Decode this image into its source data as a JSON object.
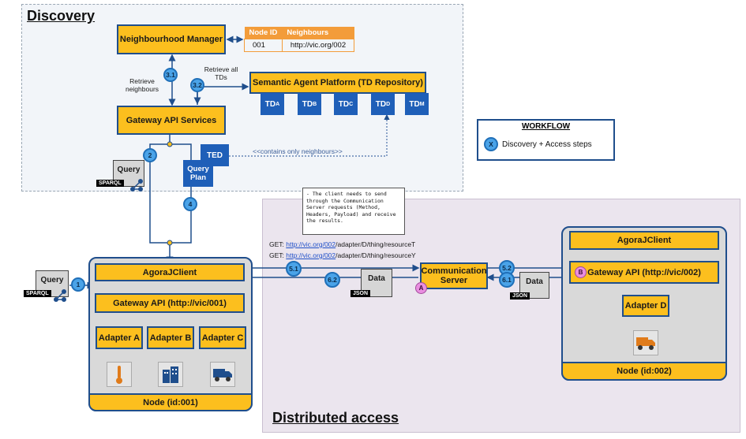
{
  "regions": {
    "discovery_title": "Discovery",
    "distributed_title": "Distributed access"
  },
  "discovery": {
    "neighbourhood_manager": "Neighbourhood Manager",
    "gateway_api_services": "Gateway API Services",
    "semantic_agent_platform": "Semantic Agent Platform (TD Repository)",
    "retrieve_neighbours": "Retrieve\nneighbours",
    "retrieve_all_tds": "Retrieve all\nTDs",
    "contains_only_neighbours": "<<contains only neighbours>>",
    "neighbour_table": {
      "headers": [
        "Node ID",
        "Neighbours"
      ],
      "rows": [
        [
          "001",
          "http://vic.org/002"
        ]
      ]
    },
    "td_docs": [
      {
        "base": "TD",
        "sub": "A"
      },
      {
        "base": "TD",
        "sub": "B"
      },
      {
        "base": "TD",
        "sub": "C"
      },
      {
        "base": "TD",
        "sub": "D"
      },
      {
        "base": "TD",
        "sub": "M"
      }
    ],
    "ted_label": "TED",
    "query_plan_label": "Query\nPlan",
    "query_label": "Query",
    "sparql_tag": "SPARQL"
  },
  "steps": {
    "s1": "1",
    "s2": "2",
    "s3_1": "3.1",
    "s3_2": "3.2",
    "s4": "4",
    "s5_1": "5.1",
    "s5_2": "5.2",
    "s6_1": "6.1",
    "s6_2": "6.2"
  },
  "workflow": {
    "title": "WORKFLOW",
    "marker": "X",
    "label": "Discovery + Access steps"
  },
  "node1": {
    "agora_client": "AgoraJClient",
    "gateway_api": "Gateway API (http://vic/001)",
    "adapters": [
      "Adapter A",
      "Adapter B",
      "Adapter C"
    ],
    "node_label": "Node (id:001)",
    "query_label": "Query",
    "sparql_tag": "SPARQL"
  },
  "node2": {
    "agora_client": "AgoraJClient",
    "gateway_api": "Gateway API (http://vic/002)",
    "adapter": "Adapter D",
    "node_label": "Node (id:002)",
    "marker": "B"
  },
  "communication": {
    "server_label": "Communication\nServer",
    "marker": "A",
    "get_prefix": "GET:",
    "get1_link": "http://vic.org/002",
    "get1_path": "/adapter/D/thing/resourceT",
    "get2_link": "http://vic.org/002",
    "get2_path": "/adapter/D/thing/resourceY",
    "data_label": "Data",
    "json_tag": "JSON",
    "note": "- The client needs to send through the Communication Server requests (Method, Headers, Payload) and receive the results."
  },
  "colors": {
    "box_fill": "#fcbf1e",
    "box_border": "#1f4e8c",
    "step_fill": "#4aa3e8",
    "marker_fill": "#e98ee0",
    "td_fill": "#1f5fb8",
    "table_header": "#f39c3a"
  }
}
